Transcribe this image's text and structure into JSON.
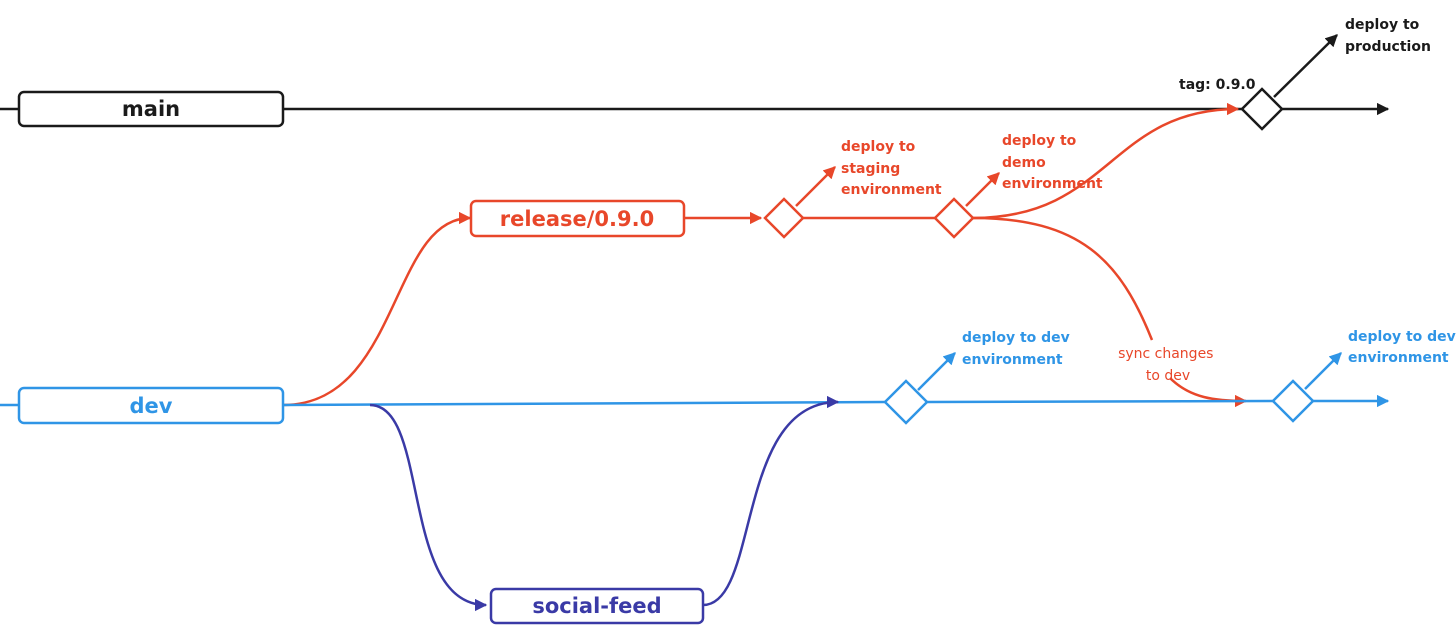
{
  "colors": {
    "main": "#1a1a1a",
    "release": "#e8472a",
    "dev": "#2f95e6",
    "feature": "#3a3aa6"
  },
  "branches": {
    "main": "main",
    "release": "release/0.9.0",
    "dev": "dev",
    "feature": "social-feed"
  },
  "annotations": {
    "deploy_production_1": "deploy to",
    "deploy_production_2": "production",
    "tag": "tag: 0.9.0",
    "deploy_staging_1": "deploy to",
    "deploy_staging_2": "staging",
    "deploy_staging_3": "environment",
    "deploy_demo_1": "deploy to",
    "deploy_demo_2": "demo",
    "deploy_demo_3": "environment",
    "deploy_dev_a_1": "deploy to dev",
    "deploy_dev_a_2": "environment",
    "deploy_dev_b_1": "deploy to dev",
    "deploy_dev_b_2": "environment",
    "sync_1": "sync changes",
    "sync_2": "to dev"
  }
}
